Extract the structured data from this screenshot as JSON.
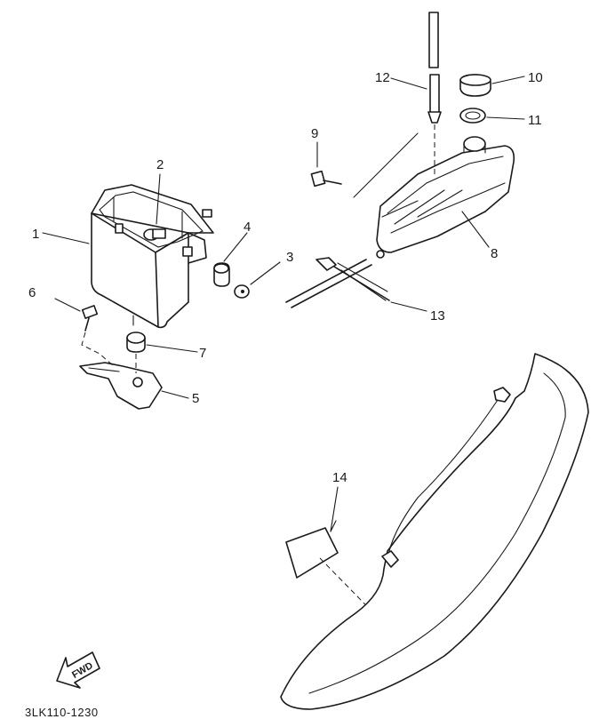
{
  "diagram": {
    "part_numbers": [
      "1",
      "2",
      "3",
      "4",
      "5",
      "6",
      "7",
      "8",
      "9",
      "10",
      "11",
      "12",
      "13",
      "14"
    ],
    "fwd_label": "FWD",
    "drawing_code": "3LK110-1230"
  }
}
